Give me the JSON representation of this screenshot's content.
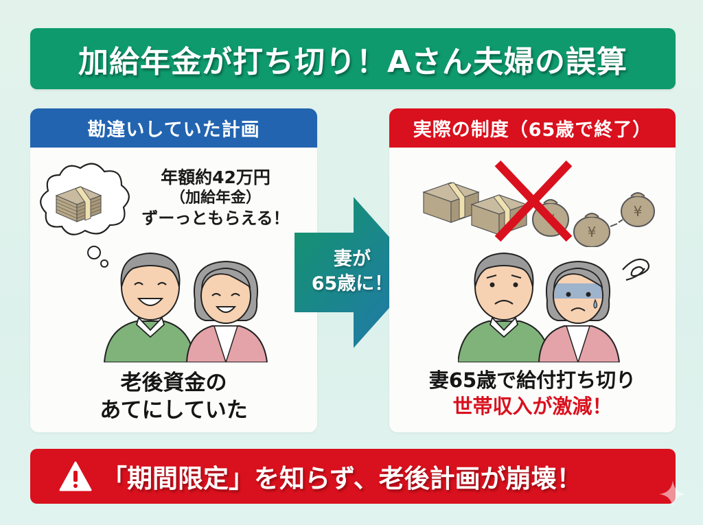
{
  "title": "加給年金が打ち切り！Aさん夫婦の誤算",
  "left_panel": {
    "header": "勘違いしていた計画",
    "thought_lines": [
      "年額約42万円",
      "（加給年金）",
      "ずーっともらえる！"
    ],
    "caption_lines": [
      "老後資金の",
      "あてにしていた"
    ],
    "icons": [
      "thought-bubble-icon",
      "money-stack-icon",
      "smiling-husband",
      "smiling-wife"
    ]
  },
  "arrow": {
    "lines": [
      "妻が",
      "65歳に！"
    ]
  },
  "right_panel": {
    "header": "実際の制度（65歳で終了）",
    "caption_line1": "妻65歳で給付打ち切り",
    "caption_line2": "世帯収入が激減！",
    "icons": [
      "money-stack-icon",
      "red-x-icon",
      "yen-money-bag-icon",
      "worried-husband",
      "worried-wife",
      "dizzy-swirl-icon"
    ]
  },
  "warning": {
    "icon": "warning-triangle-icon",
    "text": "「期間限定」を知らず、老後計画が崩壊！"
  },
  "colors": {
    "title_green": "#0e9a6c",
    "plan_blue": "#2264b0",
    "reality_red": "#d9101d",
    "background": "#e0f2ed",
    "arrow_start": "#13946a",
    "arrow_end": "#2277b0"
  }
}
